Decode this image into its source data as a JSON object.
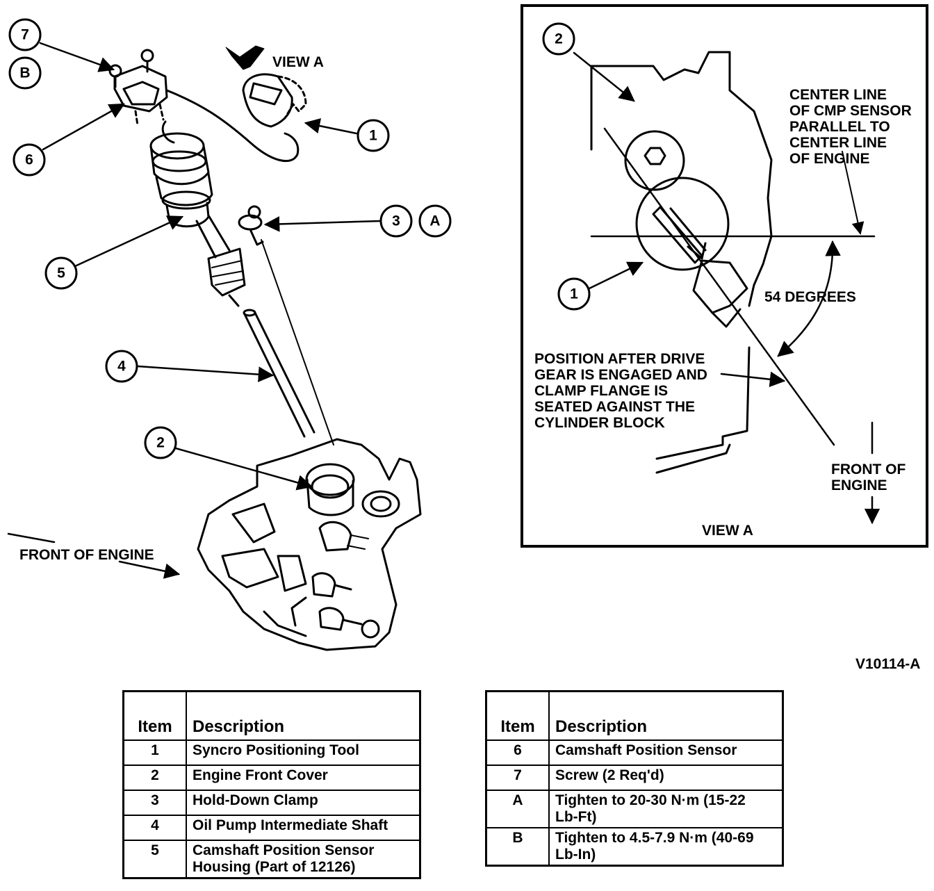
{
  "figure_id": "V10114-A",
  "main_view": {
    "view_label": "VIEW A",
    "front_label": "FRONT OF ENGINE",
    "callouts": [
      "7",
      "B",
      "6",
      "5",
      "4",
      "2",
      "1",
      "3",
      "A"
    ]
  },
  "inset": {
    "caption": "VIEW A",
    "centerline_note": [
      "CENTER LINE",
      "OF CMP SENSOR",
      "PARALLEL TO",
      "CENTER LINE",
      "OF ENGINE"
    ],
    "angle_label": "54 DEGREES",
    "position_note": [
      "POSITION AFTER DRIVE",
      "GEAR IS ENGAGED AND",
      "CLAMP FLANGE IS",
      "SEATED AGAINST THE",
      "CYLINDER BLOCK"
    ],
    "front_label": [
      "FRONT OF",
      "ENGINE"
    ],
    "callouts": [
      "2",
      "1"
    ]
  },
  "table_left": {
    "headers": [
      "Item",
      "Description"
    ],
    "rows": [
      {
        "item": "1",
        "desc": [
          "Syncro Positioning Tool"
        ]
      },
      {
        "item": "2",
        "desc": [
          "Engine Front Cover"
        ]
      },
      {
        "item": "3",
        "desc": [
          "Hold-Down Clamp"
        ]
      },
      {
        "item": "4",
        "desc": [
          "Oil Pump Intermediate Shaft"
        ]
      },
      {
        "item": "5",
        "desc": [
          "Camshaft Position Sensor",
          "Housing (Part of 12126)"
        ]
      }
    ]
  },
  "table_right": {
    "headers": [
      "Item",
      "Description"
    ],
    "rows": [
      {
        "item": "6",
        "desc": [
          "Camshaft Position Sensor"
        ]
      },
      {
        "item": "7",
        "desc": [
          "Screw (2 Req'd)"
        ]
      },
      {
        "item": "A",
        "desc": [
          "Tighten to 20-30 N·m (15-22",
          "Lb-Ft)"
        ]
      },
      {
        "item": "B",
        "desc": [
          "Tighten to 4.5-7.9 N·m (40-69",
          "Lb-In)"
        ]
      }
    ]
  }
}
